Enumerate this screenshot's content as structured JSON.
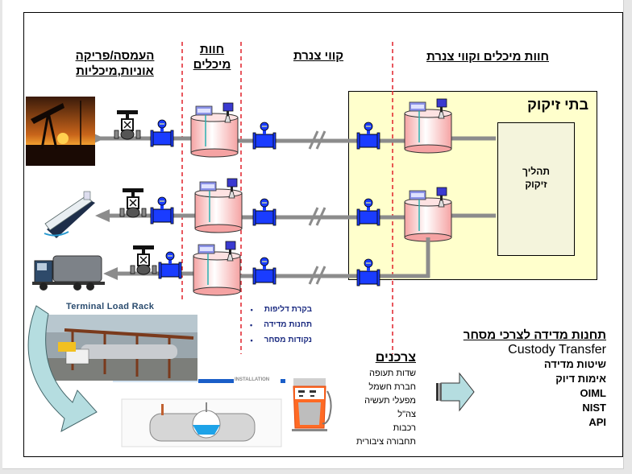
{
  "columns": {
    "loading": [
      "העמסה/פריקה",
      "אוניות,מיכליות"
    ],
    "tank_farm": [
      "חוות",
      "מיכלים"
    ],
    "pipelines": "קווי צנרת",
    "tank_farm_pipelines": "חוות מיכלים וקווי צנרת"
  },
  "refinery": {
    "title": "בתי זיקוק",
    "process": [
      "תהליך",
      "זיקוק"
    ]
  },
  "sources": [
    {
      "name": "oil-pump",
      "flow": "in"
    },
    {
      "name": "tanker-ship",
      "flow": "out"
    },
    {
      "name": "tanker-truck",
      "flow": "out"
    }
  ],
  "bullets": [
    "בקרת דליפות",
    "תחנות מדידה",
    "נקודות מסחר"
  ],
  "terminal": {
    "title": "Terminal Load Rack",
    "installation_label": "INSTALLATION"
  },
  "consumers": {
    "title": "צרכנים",
    "items": [
      "שדות תעופה",
      "חברת חשמל",
      "מפעלי תעשיה",
      "צה\"ל",
      "רכבות",
      "תחבורה ציבורית"
    ]
  },
  "custody": {
    "title": "תחנות מדידה לצרכי מסחר",
    "subtitle": "Custody  Transfer",
    "items": [
      "שיטות מדידה",
      "אימות דיוק",
      "OIML",
      "NIST",
      "API"
    ]
  },
  "colors": {
    "pipe": "#8c8c8c",
    "meter": "#1a3cff",
    "tank": "#f7b8b8",
    "refinery_bg": "#ffffcc",
    "divider": "#e0202a"
  }
}
